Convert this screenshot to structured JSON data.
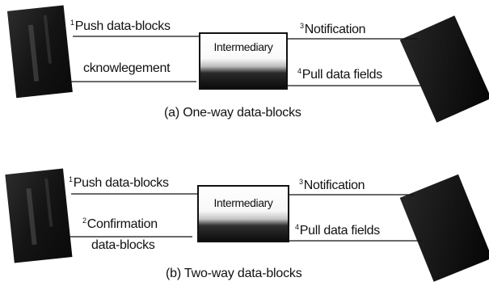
{
  "diagram_a": {
    "push_num": "1",
    "push_text": "Push data-blocks",
    "ack_text": "cknowlegement",
    "intermediary": "Intermediary",
    "notif_num": "3",
    "notif_text": "Notification",
    "pull_num": "4",
    "pull_text": "Pull data fields",
    "caption": "(a) One-way data-blocks"
  },
  "diagram_b": {
    "push_num": "1",
    "push_text": "Push data-blocks",
    "confirm_num": "2",
    "confirm_line1": "Confirmation",
    "confirm_line2": "data-blocks",
    "intermediary": "Intermediary",
    "notif_num": "3",
    "notif_text": "Notification",
    "pull_num": "4",
    "pull_text": "Pull data fields",
    "caption": "(b) Two-way data-blocks"
  },
  "colors": {
    "ink": "#111111",
    "block_dark": "#1a1a1a",
    "background": "#ffffff"
  }
}
